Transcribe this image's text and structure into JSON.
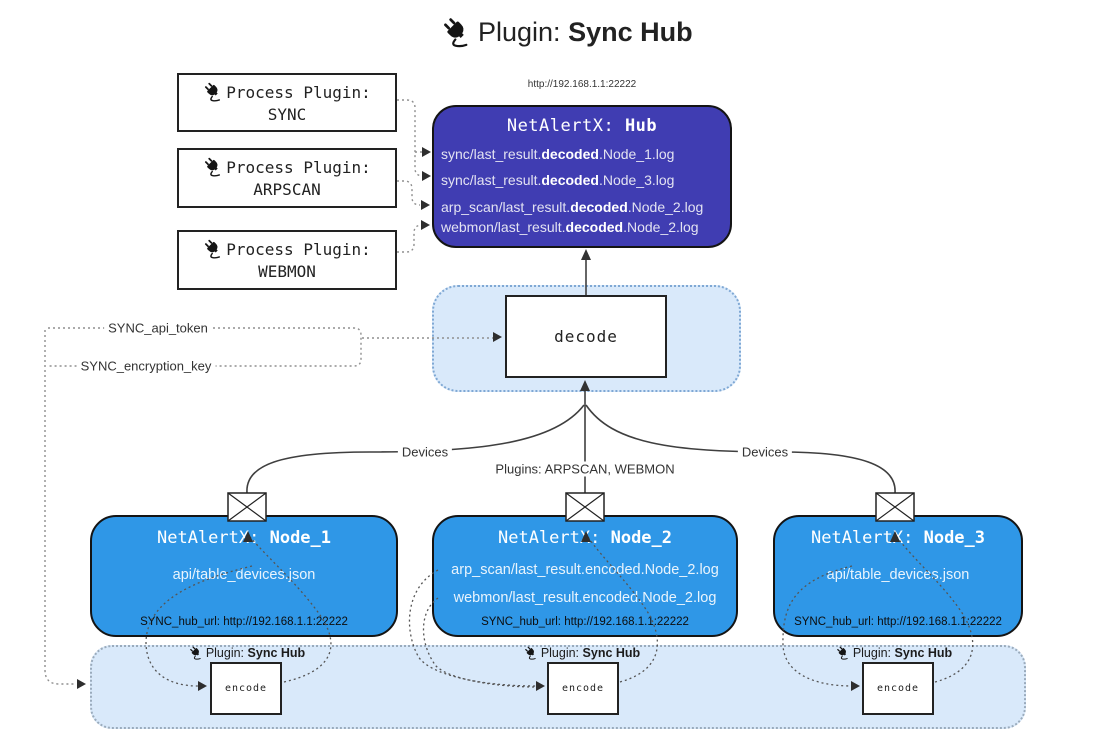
{
  "title": {
    "prefix": "Plugin:",
    "name": "Sync Hub"
  },
  "hub": {
    "url": "http://192.168.1.1:22222",
    "title_prefix": "NetAlertX:",
    "title_name": "Hub",
    "logs": [
      {
        "pre": "sync/last_result.",
        "bold": "decoded",
        "post": ".Node_1.log"
      },
      {
        "pre": "sync/last_result.",
        "bold": "decoded",
        "post": ".Node_3.log"
      },
      {
        "pre": "arp_scan/last_result.",
        "bold": "decoded",
        "post": ".Node_2.log"
      },
      {
        "pre": "webmon/last_result.",
        "bold": "decoded",
        "post": ".Node_2.log"
      }
    ]
  },
  "process_plugins": [
    {
      "label": "Process Plugin:",
      "name": "SYNC"
    },
    {
      "label": "Process Plugin:",
      "name": "ARPSCAN"
    },
    {
      "label": "Process Plugin:",
      "name": "WEBMON"
    }
  ],
  "settings": {
    "api_token": "SYNC_api_token",
    "encryption_key": "SYNC_encryption_key"
  },
  "decode": {
    "label": "decode"
  },
  "edge_labels": {
    "devices_left": "Devices",
    "plugins": "Plugins: ARPSCAN, WEBMON",
    "devices_right": "Devices"
  },
  "nodes": [
    {
      "title_prefix": "NetAlertX:",
      "title_name": "Node_1",
      "files": [
        "api/table_devices.json"
      ],
      "hub_url": "SYNC_hub_url: http://192.168.1.1:22222"
    },
    {
      "title_prefix": "NetAlertX:",
      "title_name": "Node_2",
      "files": [
        "arp_scan/last_result.encoded.Node_2.log",
        "webmon/last_result.encoded.Node_2.log"
      ],
      "hub_url": "SYNC_hub_url: http://192.168.1.1:22222"
    },
    {
      "title_prefix": "NetAlertX:",
      "title_name": "Node_3",
      "files": [
        "api/table_devices.json"
      ],
      "hub_url": "SYNC_hub_url: http://192.168.1.1:22222"
    }
  ],
  "encode_section": {
    "plugin_prefix": "Plugin:",
    "plugin_name": "Sync Hub",
    "box_label": "encode"
  },
  "colors": {
    "hub_bg": "#403DB2",
    "node_bg": "#2F97E7",
    "panel_bg": "#D9E9FA",
    "line": "#3F3F3F"
  }
}
